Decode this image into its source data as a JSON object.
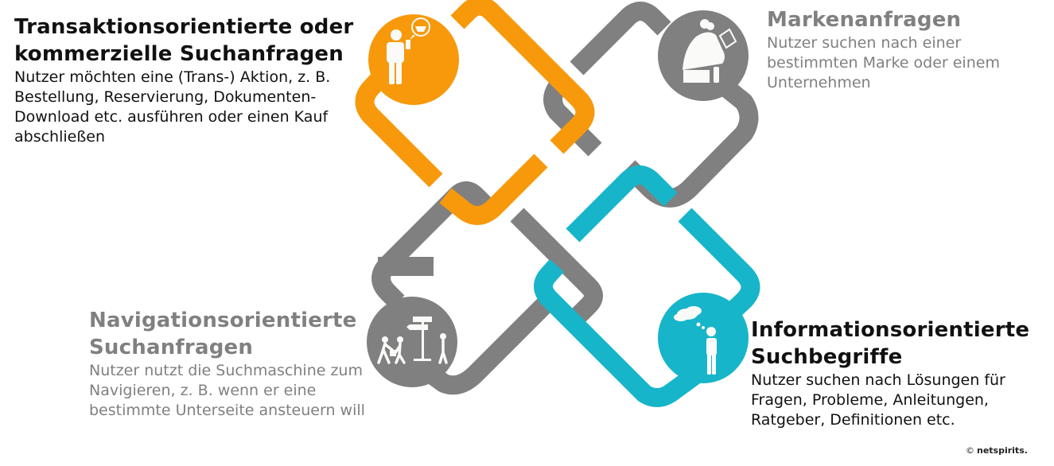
{
  "colors": {
    "orange": "#F7990B",
    "gray": "#808080",
    "teal": "#17B5C9",
    "icon_fill": "#FAFAF8",
    "dark_text": "#111111",
    "gray_text": "#808080"
  },
  "sections": {
    "transactional": {
      "title_line1": "Transaktionsorientierte oder",
      "title_line2": "kommerzielle Suchanfragen",
      "description": "Nutzer möchten eine (Trans-) Aktion, z. B. Bestellung, Reservierung, Dokumenten-Download etc. ausführen oder einen Kauf abschließen",
      "icon": "person-with-phone-shopping-basket-icon",
      "color": "orange"
    },
    "brand": {
      "title_line1": "Markenanfragen",
      "description": "Nutzer suchen nach einer bestimmten Marke oder einem Unternehmen",
      "icon": "person-with-tablet-icon",
      "color": "gray"
    },
    "navigational": {
      "title_line1": "Navigationsorientierte",
      "title_line2": "Suchanfragen",
      "description": "Nutzer nutzt die Suchmaschine zum Navigieren, z. B. wenn er eine bestimmte Unterseite ansteuern will",
      "icon": "people-signpost-icon",
      "color": "gray"
    },
    "informational": {
      "title_line1": "Informationsorientierte",
      "title_line2": "Suchbegriffe",
      "description": "Nutzer suchen nach Lösungen für Fragen, Probleme, Anleitungen, Ratgeber, Definitionen etc.",
      "icon": "thinking-person-icon",
      "color": "teal"
    }
  },
  "footer": {
    "copyright_symbol": "©",
    "brand": "netspirits."
  }
}
